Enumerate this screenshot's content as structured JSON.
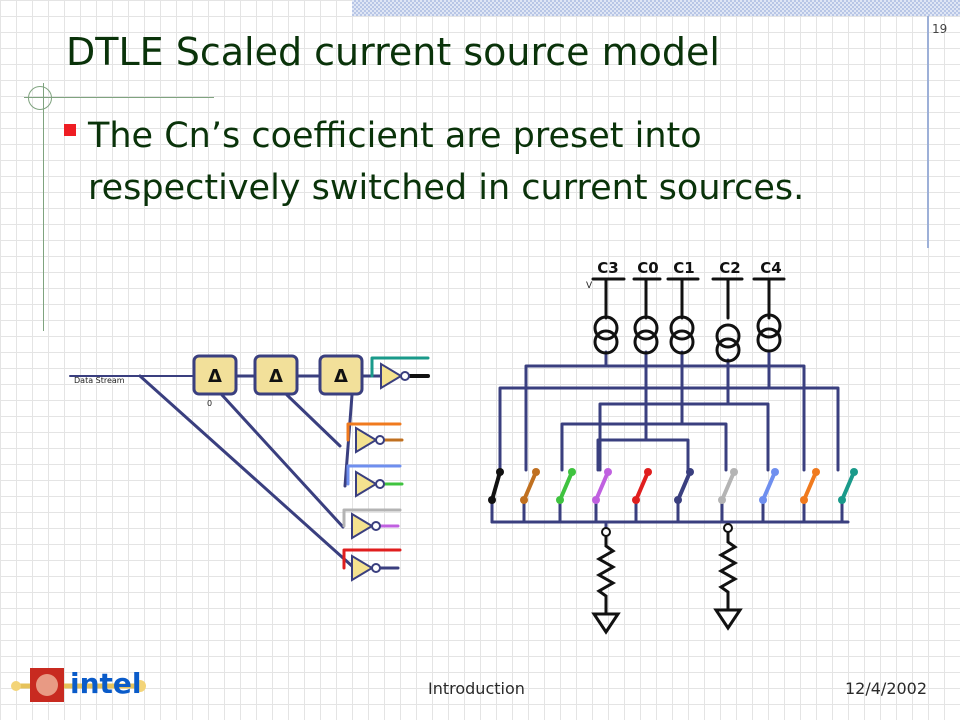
{
  "slide": {
    "number": "19",
    "title": "DTLE Scaled current source model",
    "bullet": "The Cn’s coefficient are preset into respectively switched in current sources."
  },
  "diagram": {
    "data_stream_label": "Data Stream",
    "zero_label": "0",
    "v_label": "V",
    "delay_symbol": "Δ",
    "coefficients": [
      "C3",
      "C0",
      "C1",
      "C2",
      "C4"
    ],
    "switch_colors": [
      "#111111",
      "#c07020",
      "#3fc33f",
      "#c061e0",
      "#e01e1e",
      "#3a3f7f",
      "#b4b4b4",
      "#6f8fef",
      "#f07a1e",
      "#1a9a8a"
    ],
    "wire_color": "#3a3f7f",
    "delay_box_color": "#f2e09a"
  },
  "footer": {
    "center": "Introduction",
    "date": "12/4/2002",
    "logo_text": "intel"
  }
}
